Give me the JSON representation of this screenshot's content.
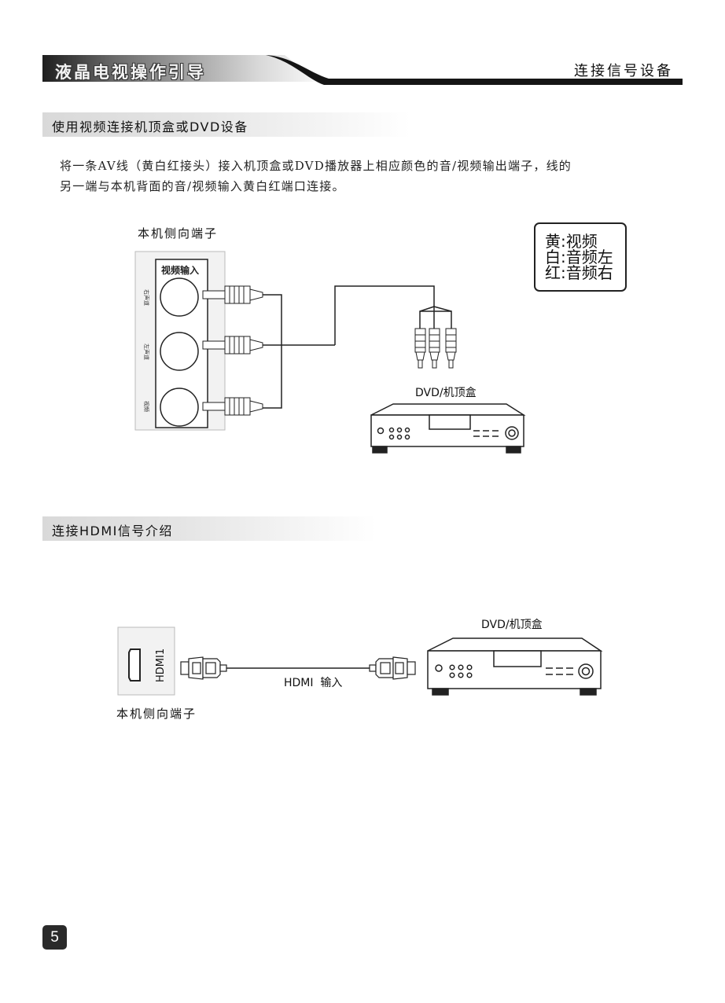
{
  "header": {
    "title": "液晶电视操作引导",
    "section": "连接信号设备"
  },
  "section_av": {
    "heading": "使用视频连接机顶盒或DVD设备",
    "paragraph": [
      "将一条AV线（黄白红接头）接入机顶盒或DVD播放器上相应颜色的音/视频输出端子，线的",
      "另一端与本机背面的音/视频输入黄白红端口连接。"
    ],
    "panel_label": "本机侧向端子",
    "panel_heading": "视频输入",
    "jack_labels": [
      "右声道",
      "左声道",
      "视频"
    ],
    "device_label": "DVD/机顶盒",
    "legend": [
      "黄:视频",
      "白:音频左",
      "红:音频右"
    ]
  },
  "section_hdmi": {
    "heading": "连接HDMI信号介绍",
    "port_label": "HDMI1",
    "cable_label": "HDMI  输入",
    "device_label": "DVD/机顶盒",
    "panel_label": "本机侧向端子"
  },
  "page_number": "5",
  "colors": {
    "accent_dark": "#1a1a1a",
    "bar_gray": "#d9d9d9"
  }
}
